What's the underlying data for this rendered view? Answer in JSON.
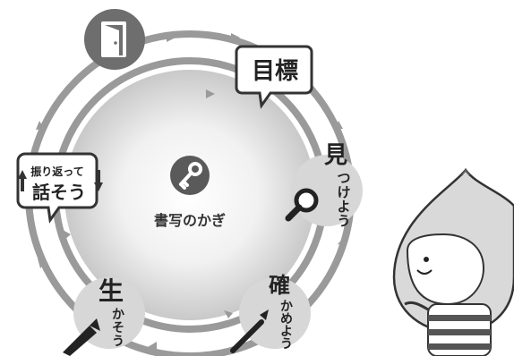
{
  "center": {
    "label": "書写のかぎ"
  },
  "stages": {
    "goal": {
      "label": "目標"
    },
    "see": {
      "main": "見",
      "kana": [
        "つ",
        "け",
        "よ",
        "う"
      ]
    },
    "confirm": {
      "main": "確",
      "kana": [
        "か",
        "め",
        "よ",
        "う"
      ]
    },
    "use": {
      "main": "生",
      "kana": [
        "か",
        "そ",
        "う"
      ]
    },
    "reflect": {
      "line1": "振り返って",
      "line2": "話そう"
    }
  },
  "icons": {
    "start": "door-icon",
    "center": "key-icon",
    "see": "magnifier-icon",
    "confirm": "brush-icon",
    "use": "pencil-icon",
    "character": "drop-mascot"
  },
  "colors": {
    "ring": "#9a9a9a",
    "dark": "#4a4a4a",
    "center_glow": "#cfcfcf"
  }
}
